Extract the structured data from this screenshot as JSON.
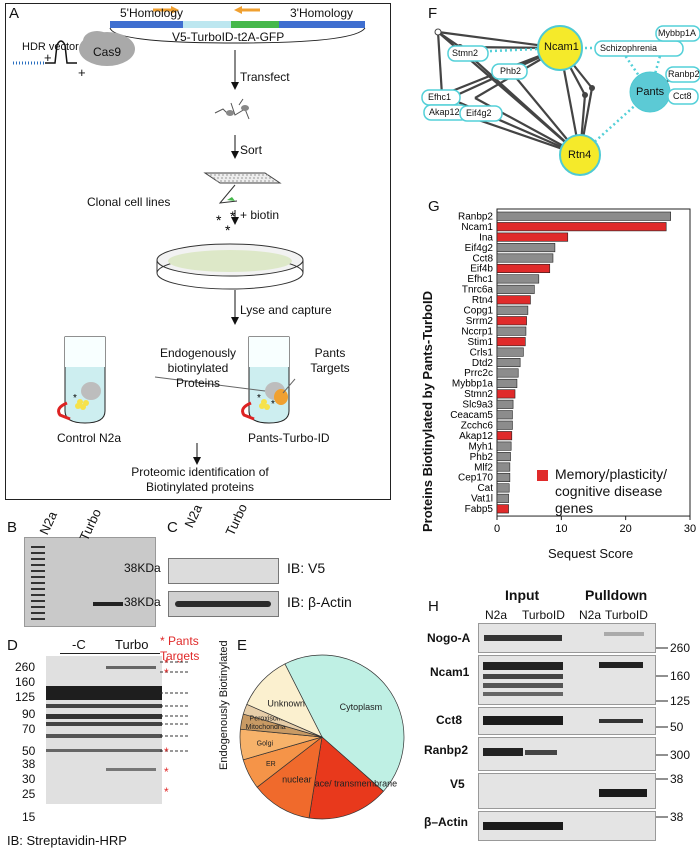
{
  "panelA": {
    "label": "A",
    "homology5": "5'Homology",
    "homology3": "3'Homology",
    "construct": "V5-TurboID-t2A-GFP",
    "hdr": "HDR vector",
    "plus1": "+",
    "plus2": "+",
    "cas9": "Cas9",
    "step1": "Transfect",
    "step2": "Sort",
    "clonal": "Clonal cell lines",
    "biotin": "+ biotin",
    "lyse": "Lyse and capture",
    "endo": "Endogenously biotinylated Proteins",
    "pants_targets": "Pants Targets",
    "control": "Control N2a",
    "pantsturbo": "Pants-Turbo-ID",
    "proteomic": "Proteomic identification of Biotinylated proteins"
  },
  "panelB": {
    "label": "B",
    "lane1": "N2a",
    "lane2": "Turbo"
  },
  "panelC": {
    "label": "C",
    "lane1": "N2a",
    "lane2": "Turbo",
    "mw1": "38KDa",
    "mw2": "38KDa",
    "ib1": "IB: V5",
    "ib2": "IB: β-Actin"
  },
  "panelD": {
    "label": "D",
    "lane1": "-C",
    "lane2": "Turbo",
    "legend": "* Pants Targets",
    "side": "Endogenously Biotinylated",
    "ib": "IB: Streptavidin-HRP",
    "markers": [
      "260",
      "160",
      "125",
      "90",
      "70",
      "50",
      "38",
      "30",
      "25",
      "15"
    ]
  },
  "panelE": {
    "label": "E",
    "slices": [
      {
        "name": "Cytoplasm",
        "pct": 44,
        "color": "#bff0e4"
      },
      {
        "name": "Cell Surface/ transmembrane",
        "pct": 16,
        "color": "#e8391c"
      },
      {
        "name": "nuclear",
        "pct": 12,
        "color": "#f06a2c"
      },
      {
        "name": "ER",
        "pct": 6,
        "color": "#f59448"
      },
      {
        "name": "Golgi",
        "pct": 6,
        "color": "#f7b26a"
      },
      {
        "name": "Mitochondria",
        "pct": 3,
        "color": "#c89a64"
      },
      {
        "name": "Peroxisome",
        "pct": 2,
        "color": "#e6cda8"
      },
      {
        "name": "Unknown",
        "pct": 11,
        "color": "#fbf0cf"
      }
    ]
  },
  "panelF": {
    "label": "F",
    "nodes": {
      "ncam1": "Ncam1",
      "rtn4": "Rtn4",
      "pants": "Pants",
      "stmn2": "Stmn2",
      "phb2": "Phb2",
      "efhc1": "Efhc1",
      "akap12": "Akap12",
      "eif4g2": "Eif4g2",
      "schizo": "Schizophrenia",
      "mybbp1a": "Mybbp1A",
      "ranbp2": "Ranbp2",
      "cct8": "Cct8"
    }
  },
  "chart_data": {
    "type": "bar",
    "orientation": "horizontal",
    "title": "",
    "xlabel": "Sequest Score",
    "ylabel": "Proteins Biotinylated by Pants-TurboID",
    "xlim": [
      0,
      30
    ],
    "xticks": [
      "0",
      "10",
      "20",
      "30"
    ],
    "legend": "Memory/plasticity/ cognitive disease genes",
    "colors": {
      "default": "#8c8c8c",
      "highlight": "#e02a2a"
    },
    "categories": [
      "Ranbp2",
      "Ncam1",
      "Ina",
      "Eif4g2",
      "Cct8",
      "Eif4b",
      "Efhc1",
      "Tnrc6a",
      "Rtn4",
      "Copg1",
      "Srrm2",
      "Nccrp1",
      "Stim1",
      "Crls1",
      "Dtd2",
      "Prrc2c",
      "Mybbp1a",
      "Stmn2",
      "Slc9a3",
      "Ceacam5",
      "Zcchc6",
      "Akap12",
      "Myh1",
      "Phb2",
      "Mlf2",
      "Cep170",
      "Cat",
      "Vat1l",
      "Fabp5"
    ],
    "values": [
      27,
      26.3,
      11,
      9,
      8.7,
      8.2,
      6.5,
      5.8,
      5.2,
      4.8,
      4.6,
      4.5,
      4.4,
      4.1,
      3.6,
      3.3,
      3.1,
      2.8,
      2.5,
      2.4,
      2.4,
      2.3,
      2.2,
      2.1,
      2.0,
      2.0,
      1.9,
      1.8,
      1.8
    ],
    "highlighted": [
      false,
      true,
      true,
      false,
      false,
      true,
      false,
      false,
      true,
      false,
      true,
      false,
      true,
      false,
      false,
      false,
      false,
      true,
      false,
      false,
      false,
      true,
      false,
      false,
      false,
      false,
      false,
      false,
      true
    ]
  },
  "panelH": {
    "label": "H",
    "input": "Input",
    "pulldown": "Pulldown",
    "lanes": [
      "N2a",
      "TurboID",
      "N2a",
      "TurboID"
    ],
    "rows": [
      {
        "name": "Nogo-A",
        "mw": "260"
      },
      {
        "name": "Ncam1",
        "mw": "160",
        "mw2": "125"
      },
      {
        "name": "Cct8",
        "mw": "50"
      },
      {
        "name": "Ranbp2",
        "mw": "300"
      },
      {
        "name": "V5",
        "mw": "38"
      },
      {
        "name": "β–Actin",
        "mw": "38"
      }
    ]
  }
}
